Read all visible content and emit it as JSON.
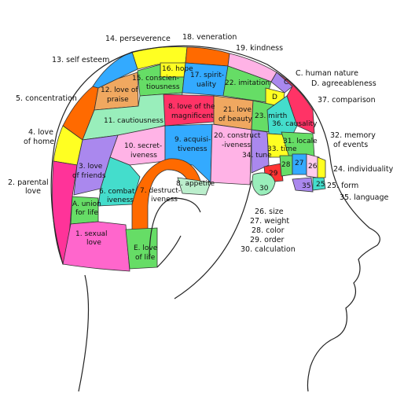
{
  "colors": {
    "green": "#66dd66",
    "orange": "#ff6a00",
    "yellow": "#ffff22",
    "pink": "#ff66cc",
    "lightpink": "#ffb3e6",
    "blue": "#33aaff",
    "lightblue": "#99ccff",
    "mint": "#99eebb",
    "purple": "#aa88ee",
    "tan": "#f0a860",
    "red": "#ff3366",
    "magenta": "#ff3399",
    "teal": "#44ddcc",
    "paleblue": "#ccccff",
    "palegreen": "#bbeecc"
  },
  "regions": [
    {
      "id": "perseverance",
      "color": "yellow"
    },
    {
      "id": "veneration",
      "color": "orange"
    },
    {
      "id": "kindness",
      "color": "lightpink"
    },
    {
      "id": "self-esteem",
      "color": "blue"
    },
    {
      "id": "concentration",
      "color": "orange"
    },
    {
      "id": "love-of-home",
      "color": "yellow"
    },
    {
      "id": "parental-love",
      "color": "magenta"
    },
    {
      "id": "love-of-praise",
      "color": "tan"
    },
    {
      "id": "hope",
      "color": "yellow"
    },
    {
      "id": "conscientiousness",
      "color": "green"
    },
    {
      "id": "spirituality",
      "color": "blue"
    },
    {
      "id": "imitation",
      "color": "green"
    },
    {
      "id": "human-nature",
      "color": "purple"
    },
    {
      "id": "agreeableness",
      "color": "yellow"
    },
    {
      "id": "comparison",
      "color": "red"
    },
    {
      "id": "cautiousness",
      "color": "mint"
    },
    {
      "id": "love-of-magnificent",
      "color": "red"
    },
    {
      "id": "love-of-beauty",
      "color": "tan"
    },
    {
      "id": "mirth",
      "color": "green"
    },
    {
      "id": "causality",
      "color": "teal"
    },
    {
      "id": "secretiveness",
      "color": "lightpink"
    },
    {
      "id": "acquisitiveness",
      "color": "blue"
    },
    {
      "id": "constructiveness",
      "color": "lightpink"
    },
    {
      "id": "locale",
      "color": "green"
    },
    {
      "id": "time",
      "color": "yellow"
    },
    {
      "id": "tune",
      "color": "purple"
    },
    {
      "id": "love-of-friends",
      "color": "purple"
    },
    {
      "id": "combativeness",
      "color": "teal"
    },
    {
      "id": "destructiveness",
      "color": "orange"
    },
    {
      "id": "appetite",
      "color": "palegreen"
    },
    {
      "id": "union-for-life",
      "color": "green"
    },
    {
      "id": "sexual-love",
      "color": "pink"
    },
    {
      "id": "love-of-life",
      "color": "green"
    }
  ],
  "labels": {
    "l14": "14. perseverence",
    "l18": "18. veneration",
    "l19": "19. kindness",
    "l13": "13. self esteem",
    "lC": "C. human nature",
    "lD": "D. agreeableness",
    "l5": "5. concentration",
    "l37": "37. comparison",
    "l4a": "4. love",
    "l4b": "of home",
    "l32a": "32. memory",
    "l32b": "of events",
    "l24": "24. individuality",
    "l2a": "2. parental",
    "l2b": "love",
    "l25": "25. form",
    "l35": "35. language",
    "l26": "26. size",
    "l27": "27. weight",
    "l28": "28. color",
    "l29": "29. order",
    "l30": "30. calculation",
    "r16": "16. hope",
    "r15a": "15. conscien-",
    "r15b": "tiousness",
    "r17a": "17. spirit-",
    "r17b": "uality",
    "r22": "22. imitation",
    "rC": "C",
    "rD": "D",
    "r12a": "12. love of",
    "r12b": "praise",
    "r8a": "8. love of the",
    "r8b": "magnificent",
    "r21a": "21. love",
    "r21b": "of beauty",
    "r23": "23. mirth",
    "r36": "36. causality",
    "r11": "11. cautiousness",
    "r10a": "10. secret-",
    "r10b": "iveness",
    "r9a": "9. acquisi-",
    "r9b": "tiveness",
    "r20a": "20. construct",
    "r20b": "-iveness",
    "r31": "31. locale",
    "r33": "33. time",
    "r34": "34. tune",
    "r3a": "3. love",
    "r3b": "of friends",
    "r6a": "6. combat",
    "r6b": "iveness",
    "r7a": "7. destruct-",
    "r7b": "iveness",
    "r8c": "8. appetite",
    "rAa": "A. union",
    "rAb": "for life",
    "r1a": "1. sexual",
    "r1b": "love",
    "rEa": "E. love",
    "rEb": "of life",
    "r29": "29",
    "r28": "28",
    "r27": "27",
    "r26": "26",
    "r30": "30",
    "r35": "35",
    "r25": "25"
  }
}
